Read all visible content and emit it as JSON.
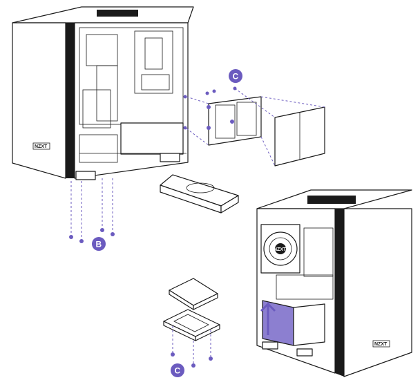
{
  "colors": {
    "accent": "#6b5bbf",
    "ink": "#1a1a1a",
    "background": "#ffffff"
  },
  "callouts": {
    "top_right": "C",
    "left_screws": "B",
    "bottom_ssd": "C"
  },
  "brand": {
    "case_logo_left": "NZXT",
    "case_logo_right": "NZXT",
    "fan_logo": "NZXT"
  }
}
